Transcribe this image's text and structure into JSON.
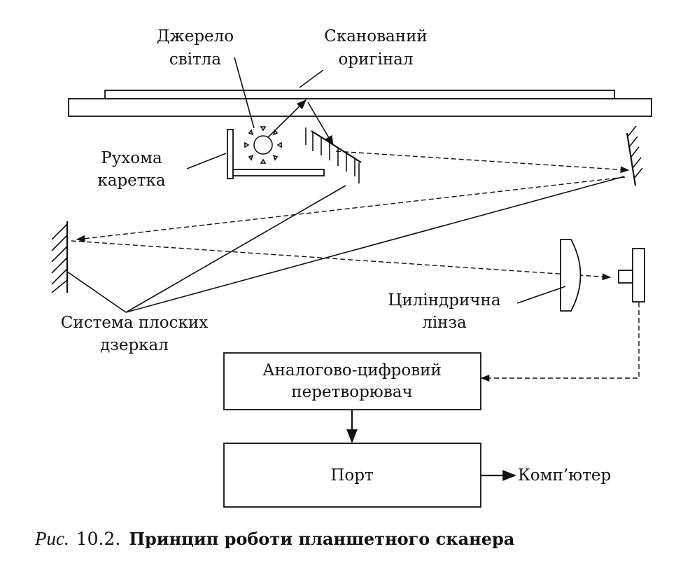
{
  "labels": {
    "light_source": [
      "Джерело",
      "світла"
    ],
    "scanned_original": [
      "Сканований",
      "оригінал"
    ],
    "moving_carriage": [
      "Рухома",
      "каретка"
    ],
    "flat_mirrors": [
      "Система плоских",
      "дзеркал"
    ],
    "cylindrical_lens": [
      "Циліндрична",
      "лінза"
    ],
    "adc": [
      "Аналогово-цифровий",
      "перетворювач"
    ],
    "port": "Порт",
    "computer": "Комп’ютер"
  },
  "caption": {
    "prefix": "Рис.",
    "number": "10.2.",
    "title": "Принцип роботи планшетного сканера"
  }
}
